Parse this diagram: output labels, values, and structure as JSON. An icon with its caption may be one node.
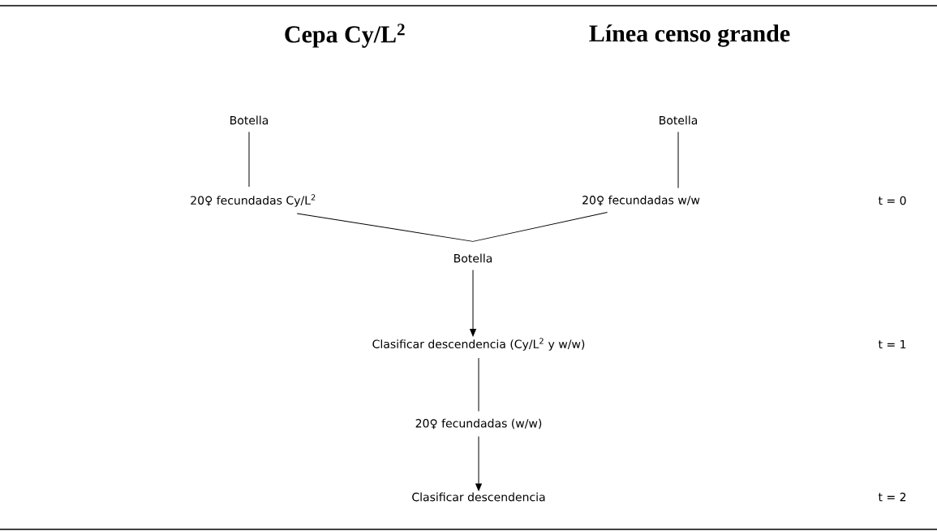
{
  "diagram": {
    "nodes": [
      {
        "text": [
          "Botella"
        ]
      },
      {
        "text": [
          "Botella"
        ]
      },
      {
        "text": [
          "20♀ fecundadas Cy/L$^{2}$"
        ]
      },
      {
        "text": [
          "20♀ fecundadas w/w"
        ]
      },
      {
        "text": [
          "Botella"
        ]
      },
      {
        "text": [
          "Clasificar descendencia (Cy/L$^{2}$ y w/w)"
        ]
      },
      {
        "text": [
          "20♀ fecundadas (w/w)"
        ]
      },
      {
        "text": [
          "Clasificar descendencia"
        ]
      }
    ],
    "edges": [
      {
        "from": 0,
        "to": 2,
        "arrow": "none"
      },
      {
        "from": 1,
        "to": 3,
        "arrow": "none"
      },
      {
        "from": 2,
        "to": 4,
        "arrow": "none"
      },
      {
        "from": 3,
        "to": 4,
        "arrow": "none"
      },
      {
        "from": 4,
        "to": 5,
        "arrow": "to"
      },
      {
        "from": 5,
        "to": 6,
        "arrow": "none"
      },
      {
        "from": 6,
        "to": 7,
        "arrow": "to"
      }
    ],
    "labels": [
      "Cepa Cy/L$^{2}$",
      "Línea censo grande",
      "t = 0",
      "t = 1",
      "t = 2"
    ]
  }
}
